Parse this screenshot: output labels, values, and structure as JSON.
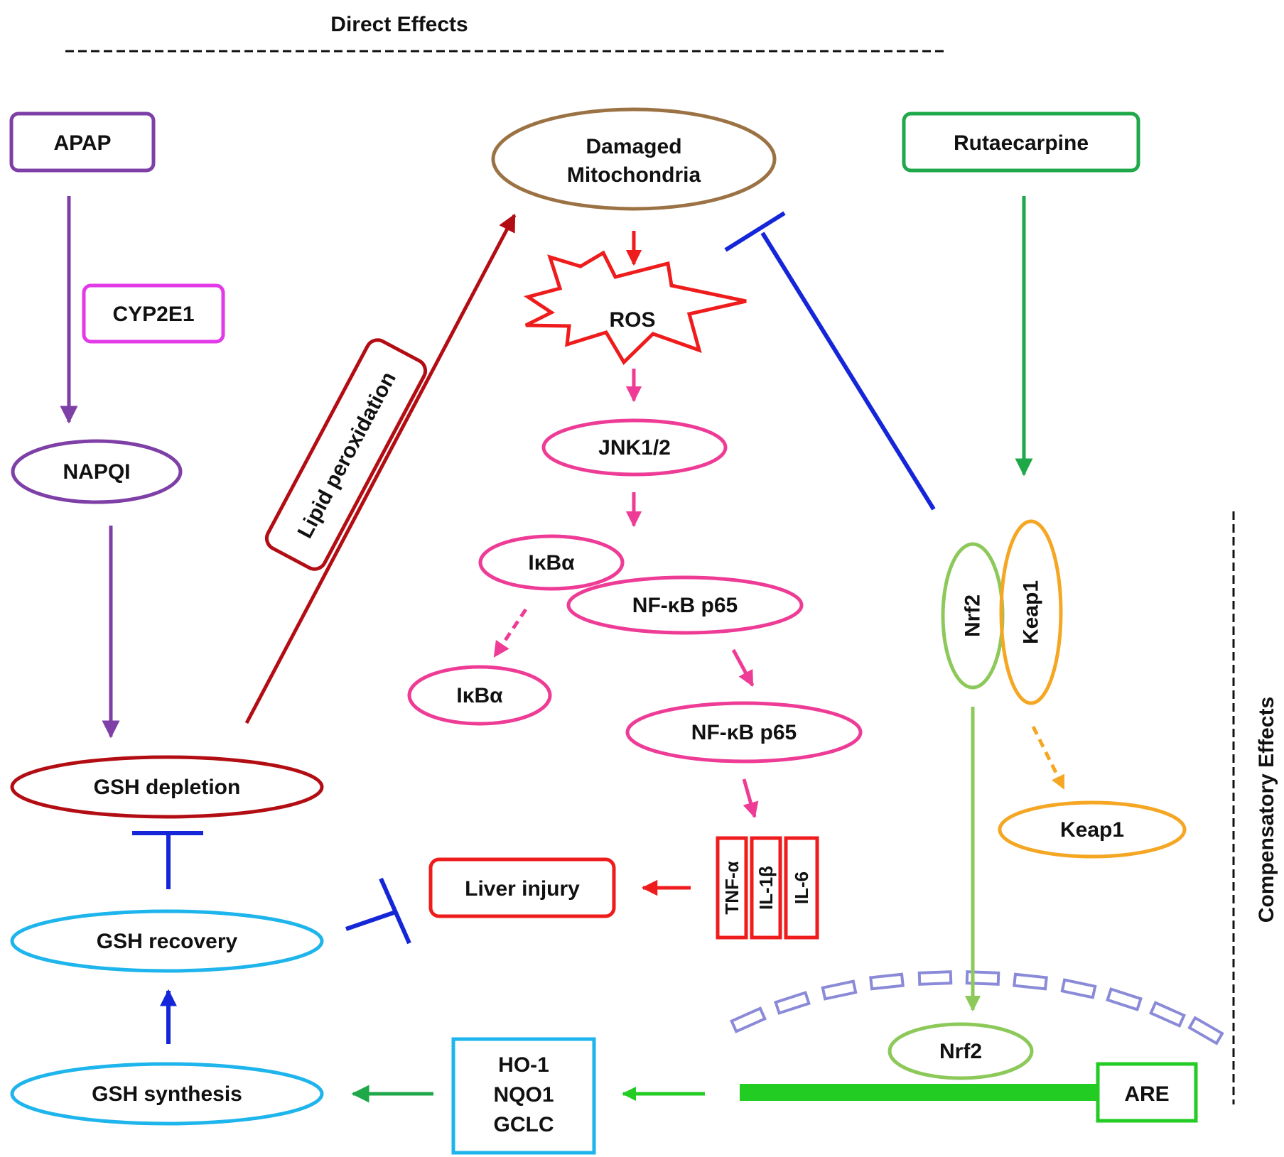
{
  "headers": {
    "direct": "Direct Effects",
    "compensatory": "Compensatory Effects"
  },
  "nodes": {
    "apap": "APAP",
    "cyp2e1": "CYP2E1",
    "napqi": "NAPQI",
    "gsh_depletion": "GSH depletion",
    "gsh_recovery": "GSH recovery",
    "gsh_synthesis": "GSH synthesis",
    "lipid_peroxidation": "Lipid peroxidation",
    "damaged_mitochondria_line1": "Damaged",
    "damaged_mitochondria_line2": "Mitochondria",
    "ros": "ROS",
    "jnk": "JNK1/2",
    "ikba_bound": "IκBα",
    "nfkb_bound": "NF-κB p65",
    "ikba_free": "IκBα",
    "nfkb_free": "NF-κB p65",
    "tnf": "TNF-α",
    "il1b": "IL-1β",
    "il6": "IL-6",
    "liver_injury": "Liver injury",
    "rutaecarpine": "Rutaecarpine",
    "nrf2_complex": "Nrf2",
    "keap1_complex": "Keap1",
    "keap1_free": "Keap1",
    "nrf2_nucleus": "Nrf2",
    "are": "ARE",
    "genes": [
      "HO-1",
      "NQO1",
      "GCLC"
    ]
  },
  "colors": {
    "purple": "#7e3fa6",
    "magenta": "#e33ae8",
    "brown": "#9b7244",
    "darkred": "#b30d14",
    "red": "#ee1c1c",
    "pink": "#ee3c96",
    "blue": "#1526d8",
    "cyan": "#1eb4ec",
    "green": "#1fa84a",
    "lightgreen": "#8dc95a",
    "brightgreen": "#22cc22",
    "orange": "#f5a623",
    "lavender": "#8a8ad8"
  }
}
